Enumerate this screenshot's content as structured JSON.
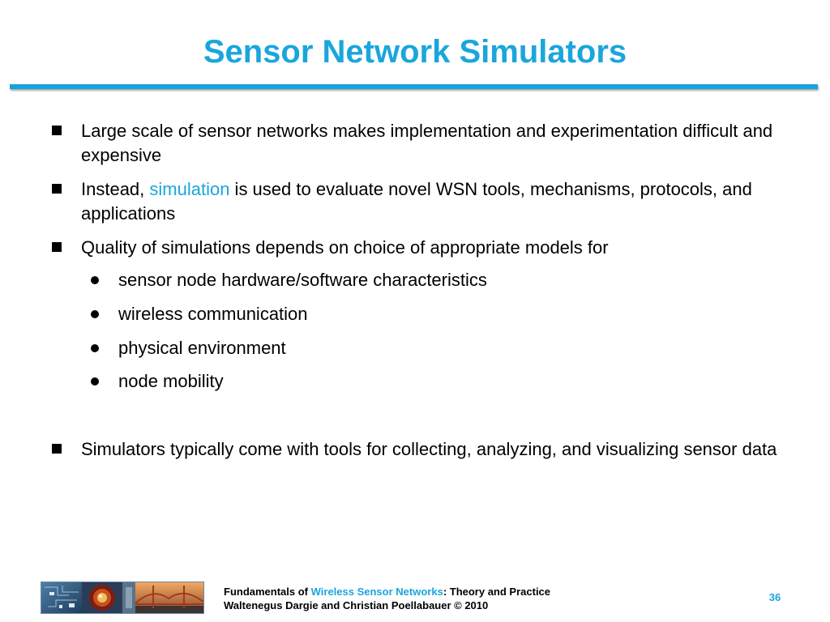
{
  "slide": {
    "title": "Sensor Network Simulators",
    "bullets": [
      "Large scale of sensor networks makes implementation and experimentation difficult and expensive",
      {
        "before": "Instead, ",
        "highlight": "simulation",
        "after": " is used to evaluate novel WSN tools, mechanisms, protocols, and applications"
      },
      "Quality of simulations depends on choice of appropriate models for",
      "Simulators typically come with tools for collecting, analyzing, and visualizing sensor data"
    ],
    "subbullets": [
      "sensor node hardware/software characteristics",
      "wireless communication",
      "physical environment",
      "node mobility"
    ]
  },
  "footer": {
    "line1_prefix": "Fundamentals of ",
    "line1_highlight": "Wireless Sensor Networks",
    "line1_suffix": ": Theory and Practice",
    "line2": "Waltenegus Dargie and Christian Poellabauer © 2010",
    "page_number": "36"
  },
  "colors": {
    "accent": "#1aa6dc",
    "rule": "#16a3dd"
  },
  "icons": {
    "bullet": "square-bullet-icon",
    "subbullet": "dot-bullet-icon"
  }
}
